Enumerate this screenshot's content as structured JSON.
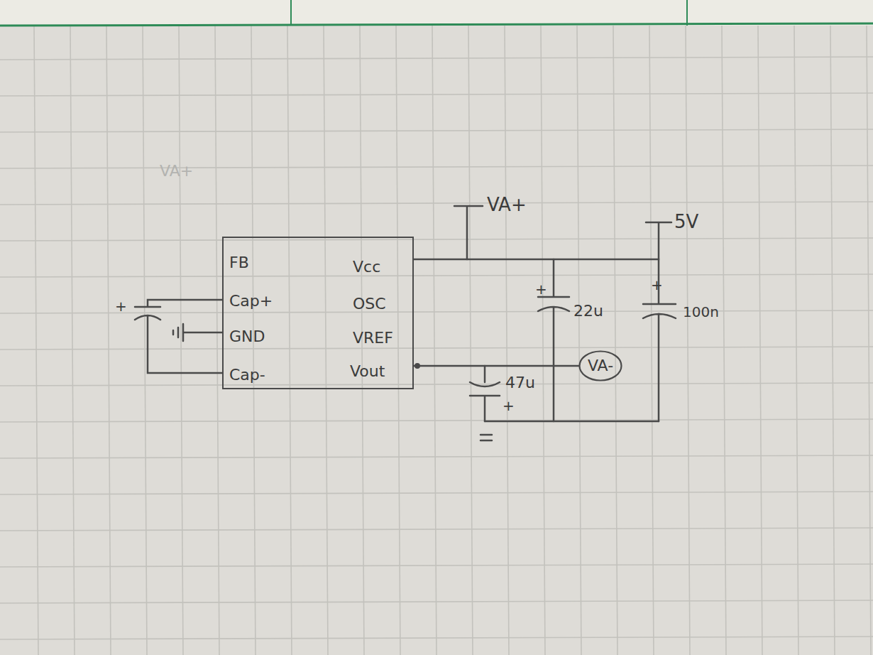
{
  "diagram": {
    "nodes": [
      {
        "text": [
          "FB",
          "Cap+",
          "GND",
          "Cap-",
          "Vcc",
          "OSC",
          "VREF",
          "Vout"
        ]
      },
      {
        "text": [
          "VA-"
        ]
      }
    ],
    "edges": [
      {
        "from": 0,
        "to": 1,
        "arrow": "none"
      }
    ],
    "labels": [
      "VA+",
      "VA+",
      "5V",
      "+",
      "+",
      "22u",
      "+",
      "100n",
      "47u",
      "+"
    ]
  }
}
